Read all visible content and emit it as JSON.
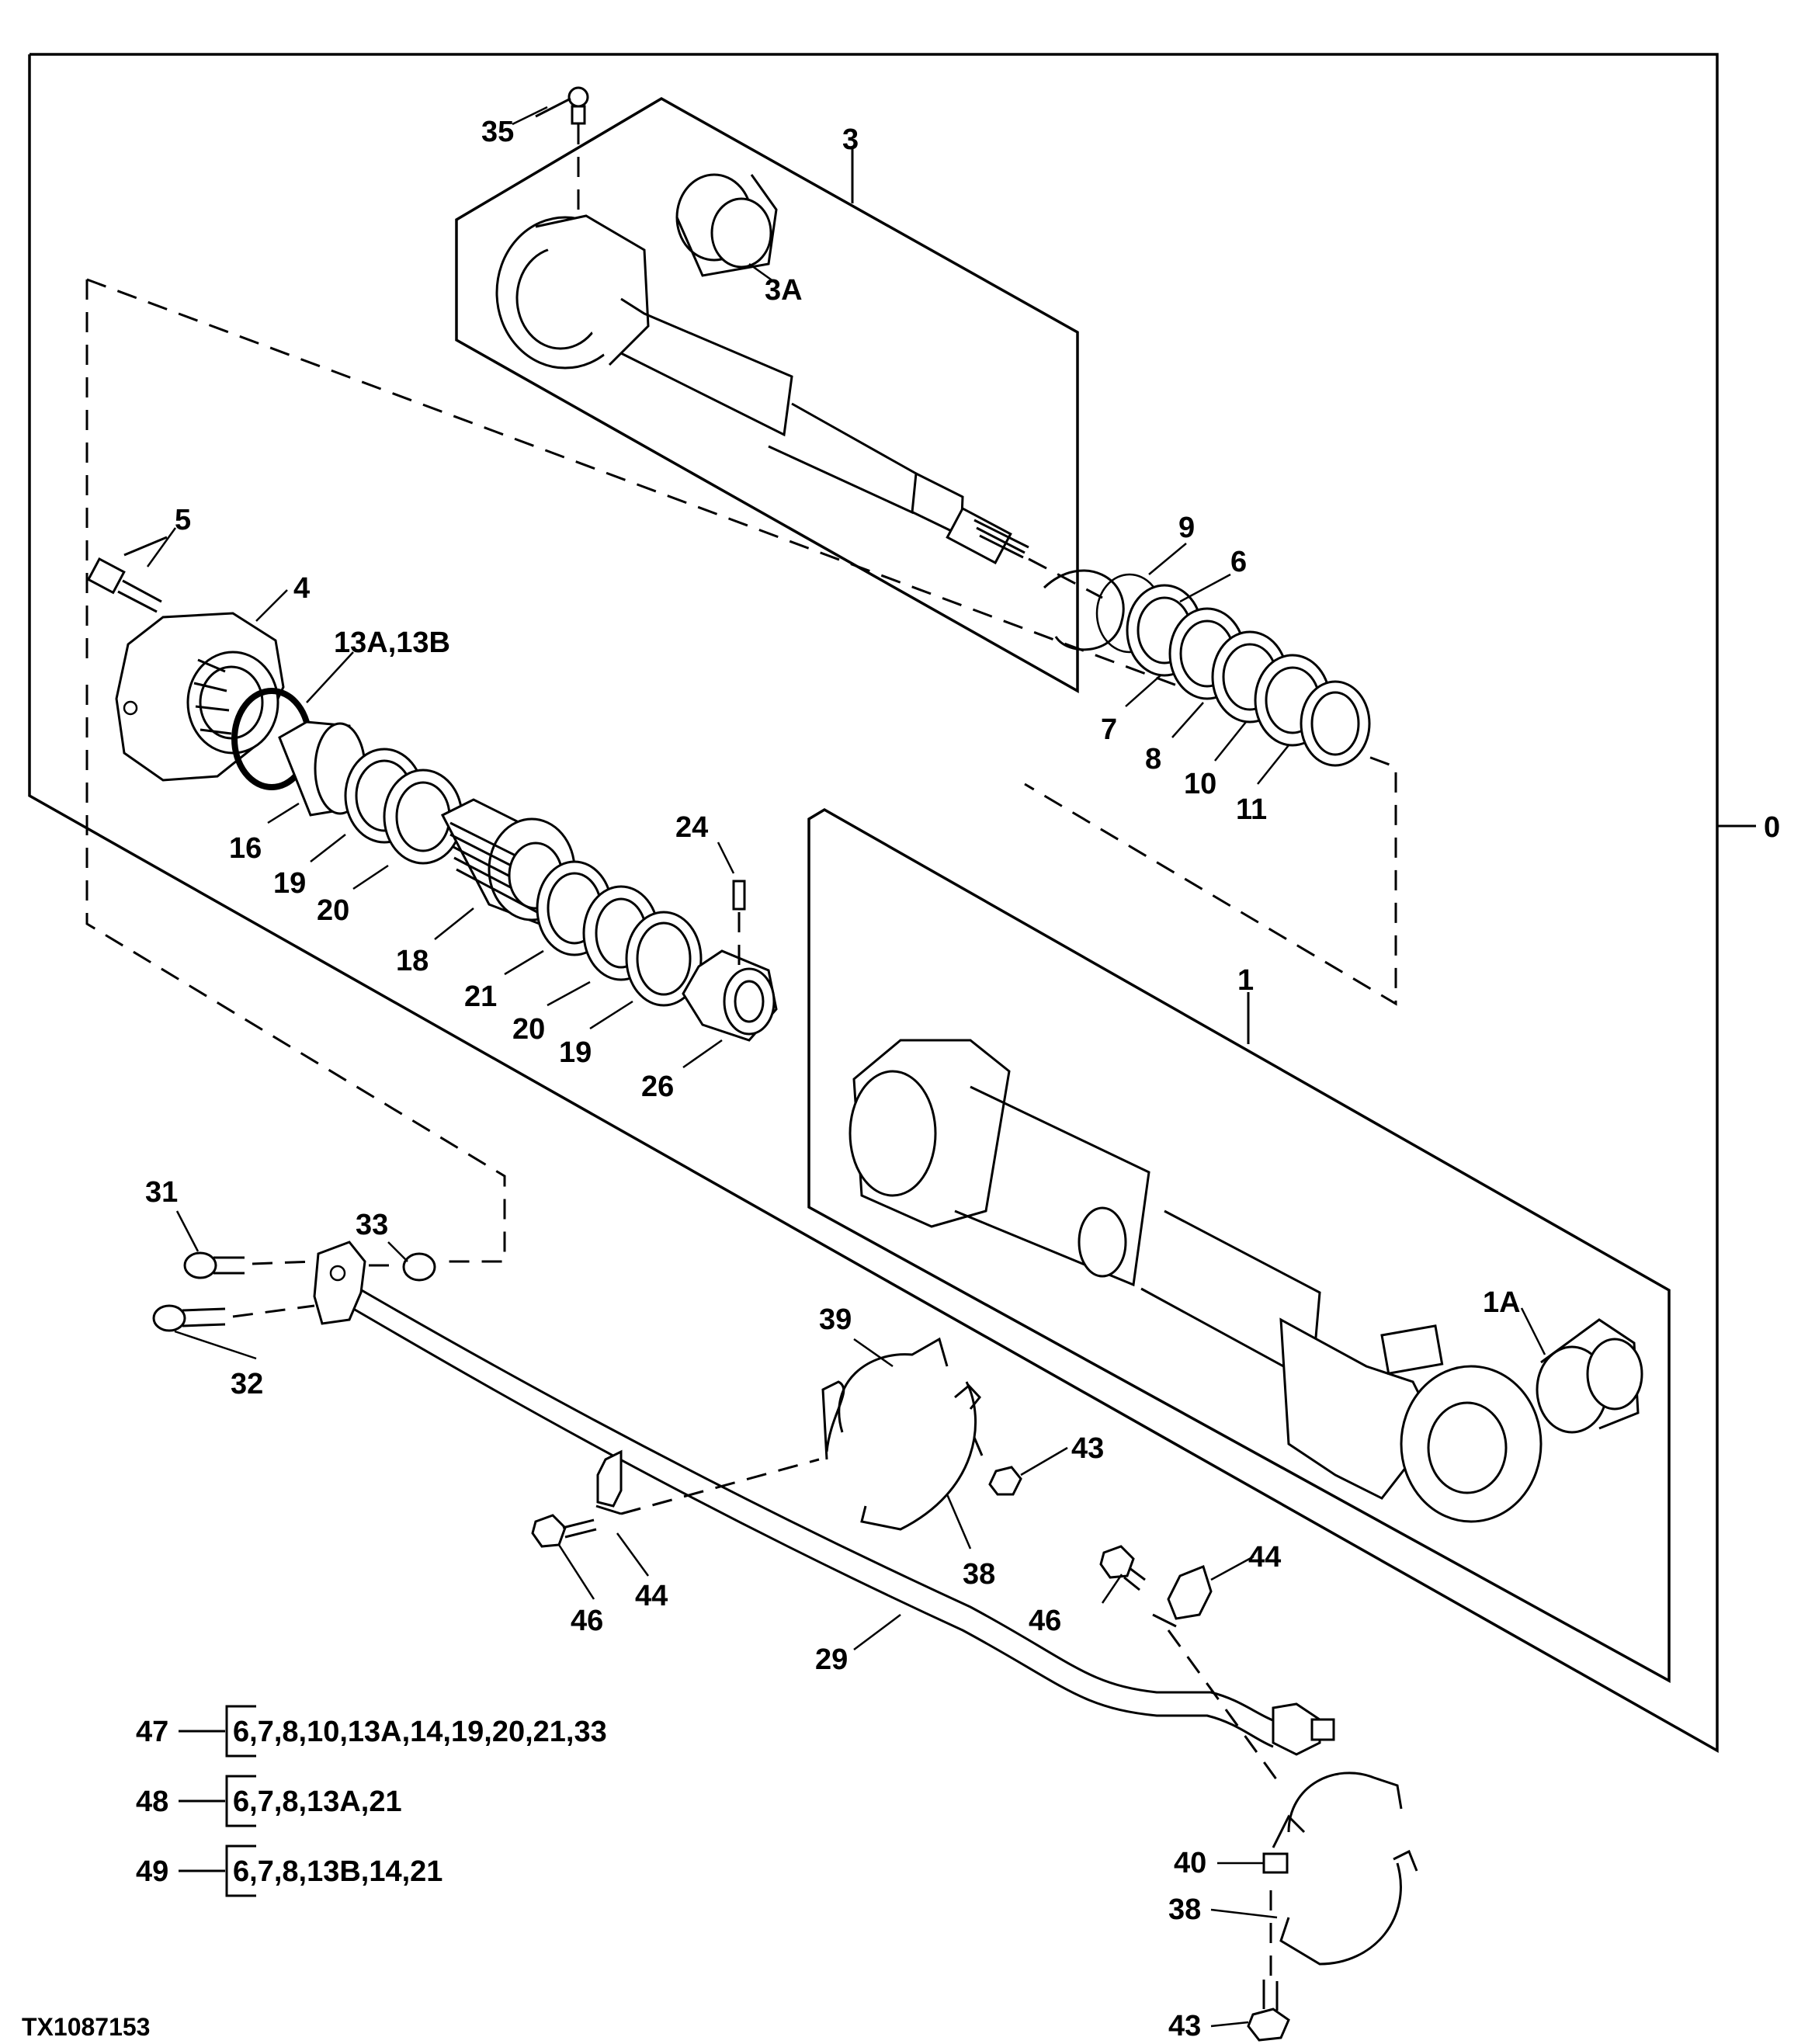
{
  "figure_code": "TX1087153",
  "callouts": {
    "c0": "0",
    "c1": "1",
    "c1a": "1A",
    "c3": "3",
    "c3a": "3A",
    "c4": "4",
    "c5": "5",
    "c6": "6",
    "c7": "7",
    "c8": "8",
    "c9": "9",
    "c10": "10",
    "c11": "11",
    "c13": "13A,13B",
    "c16": "16",
    "c18": "18",
    "c19a": "19",
    "c19b": "19",
    "c20a": "20",
    "c20b": "20",
    "c21": "21",
    "c24": "24",
    "c26": "26",
    "c29": "29",
    "c31": "31",
    "c32": "32",
    "c33": "33",
    "c35": "35",
    "c38a": "38",
    "c38b": "38",
    "c39": "39",
    "c40": "40",
    "c43a": "43",
    "c43b": "43",
    "c44a": "44",
    "c44b": "44",
    "c46a": "46",
    "c46b": "46"
  },
  "kits": [
    {
      "number": "47",
      "parts": "6,7,8,10,13A,14,19,20,21,33"
    },
    {
      "number": "48",
      "parts": "6,7,8,13A,21"
    },
    {
      "number": "49",
      "parts": "6,7,8,13B,14,21"
    }
  ]
}
